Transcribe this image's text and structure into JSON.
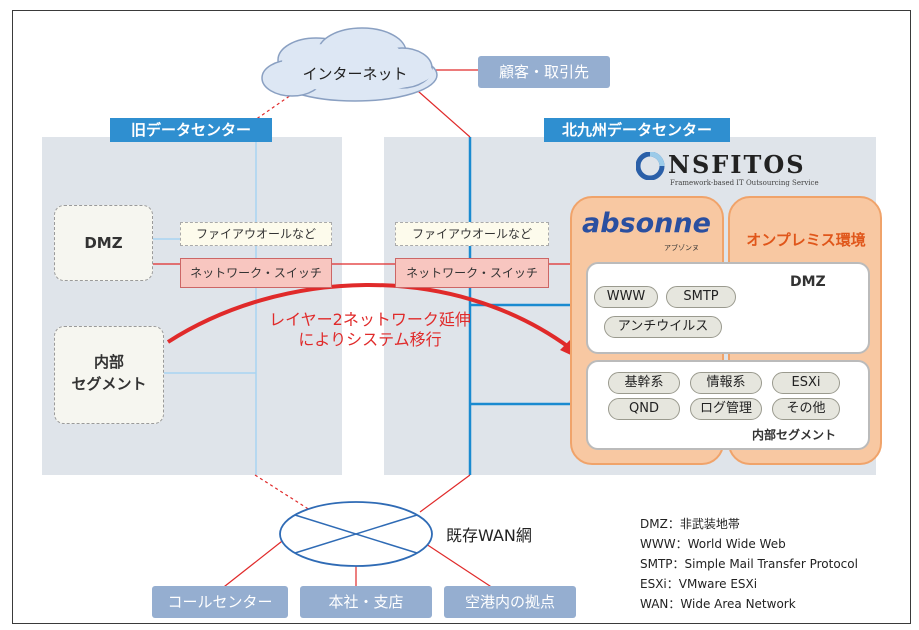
{
  "internet": "インターネット",
  "customers": "顧客・取引先",
  "old_dc": {
    "label": "旧データセンター",
    "dmz": "DMZ",
    "firewall": "ファイアウオールなど",
    "switch": "ネットワーク・スイッチ",
    "internal": [
      "内部",
      "セグメント"
    ]
  },
  "new_dc": {
    "label": "北九州データセンター",
    "firewall": "ファイアウオールなど",
    "switch": "ネットワーク・スイッチ",
    "brand": "NSFITOS",
    "brand_sub": "Framework-based IT Outsourcing Service",
    "absonne": "absonne",
    "absonne_kana": "アブゾンヌ",
    "onprem": "オンプレミス環境",
    "dmz_title": "DMZ",
    "dmz_pills": [
      "WWW",
      "SMTP",
      "アンチウイルス"
    ],
    "internal_title": "内部セグメント",
    "internal_pills": [
      "基幹系",
      "情報系",
      "ESXi",
      "QND",
      "ログ管理",
      "その他"
    ]
  },
  "migration": [
    "レイヤー2ネットワーク延伸",
    "によりシステム移行"
  ],
  "wan": "既存WAN網",
  "sites": [
    "コールセンター",
    "本社・支店",
    "空港内の拠点"
  ],
  "legend": [
    "DMZ：非武装地帯",
    "WWW：World Wide Web",
    "SMTP：Simple Mail Transfer Protocol",
    "ESXi：VMware ESXi",
    "WAN：Wide Area Network"
  ],
  "colors": {
    "accent": "#2f8fd0",
    "link": "#e02a2a",
    "tag": "#95aed0"
  }
}
